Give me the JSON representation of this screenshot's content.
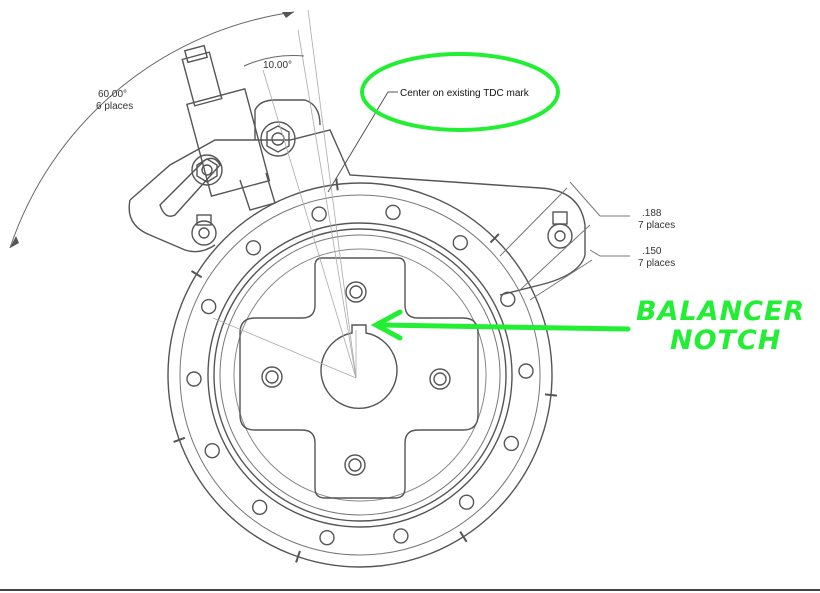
{
  "annotations": {
    "angle_60": "60.00°",
    "angle_60_count": "6 places",
    "angle_10": "10.00°",
    "tdc_note": "Center on existing TDC mark",
    "dim_188": ".188",
    "dim_188_count": "7 places",
    "dim_150": ".150",
    "dim_150_count": "7 places"
  },
  "callout": {
    "line1": "BALANCER",
    "line2": "NOTCH"
  },
  "colors": {
    "callout_green": "#22ee33",
    "line_gray": "#555555",
    "light_gray": "#999999"
  }
}
